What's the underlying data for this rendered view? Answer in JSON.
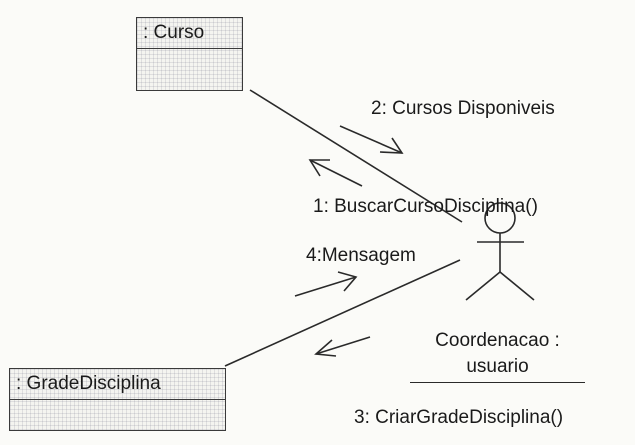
{
  "objects": {
    "curso": ": Curso",
    "grade": ": GradeDisciplina"
  },
  "actor": {
    "line1": "Coordenacao :",
    "line2": "usuario"
  },
  "messages": {
    "m1": "1: BuscarCursoDisciplina()",
    "m2": "2: Cursos Disponiveis",
    "m3": "3: CriarGradeDisciplina()",
    "m4": "4:Mensagem"
  },
  "colors": {
    "line": "#2a2a2a",
    "box_border": "#3a3a3a",
    "background": "#fbfbf8"
  }
}
